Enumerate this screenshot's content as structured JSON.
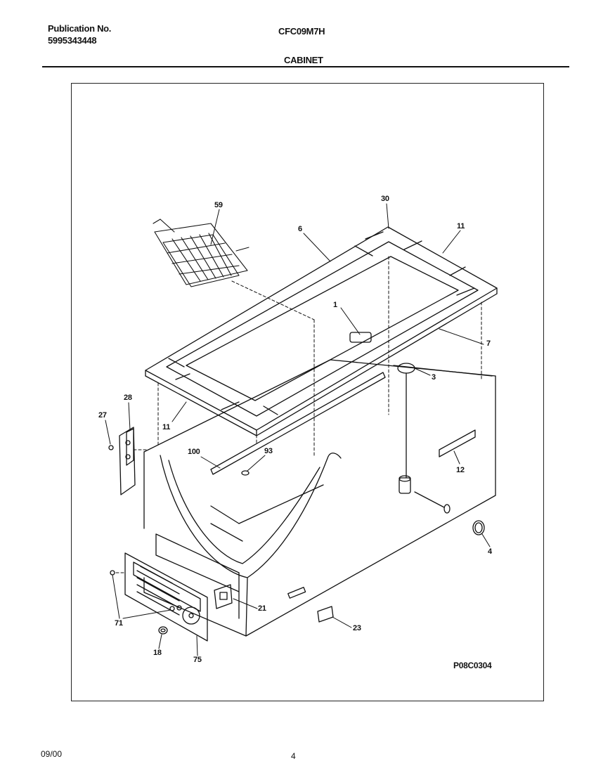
{
  "header": {
    "publication_label": "Publication No.",
    "publication_number": "5995343448",
    "model": "CFC09M7H",
    "section_title": "CABINET"
  },
  "diagram": {
    "drawing_code": "P08C0304",
    "callouts": {
      "c59": "59",
      "c30": "30",
      "c6": "6",
      "c11a": "11",
      "c1": "1",
      "c7": "7",
      "c3": "3",
      "c28": "28",
      "c27": "27",
      "c11b": "11",
      "c100": "100",
      "c93": "93",
      "c12": "12",
      "c4": "4",
      "c21": "21",
      "c71": "71",
      "c23": "23",
      "c18": "18",
      "c75": "75"
    }
  },
  "footer": {
    "date": "09/00",
    "page_number": "4"
  }
}
